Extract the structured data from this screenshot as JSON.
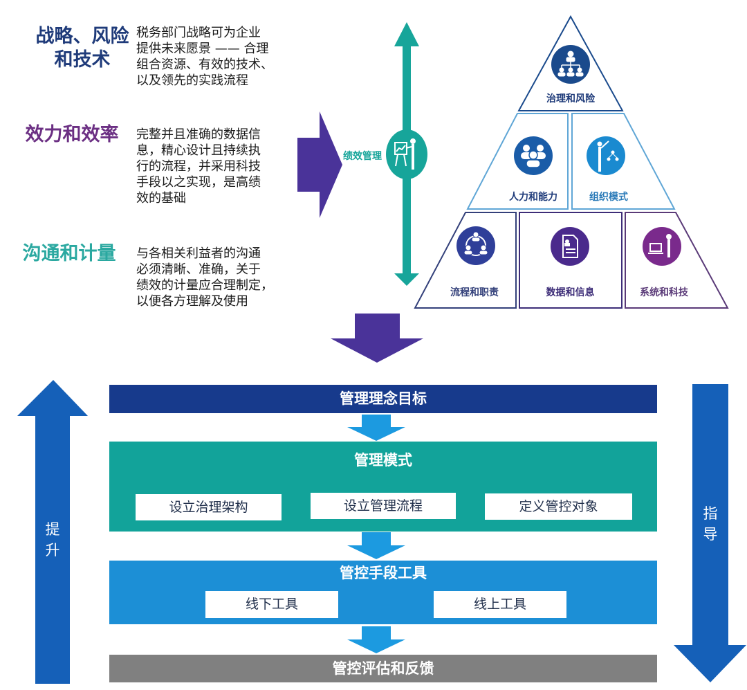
{
  "left_panel": {
    "items": [
      {
        "title": "战略、风险和技术",
        "title_line1": "战略、风险",
        "title_line2": "和技术",
        "color": "#1f3b7a",
        "desc_lines": [
          "税务部门战略可为企业",
          "提供未来愿景 —— 合理",
          "组合资源、有效的技术、",
          "以及领先的实践流程"
        ]
      },
      {
        "title": "效力和效率",
        "color": "#6b2f83",
        "desc_lines": [
          "完整并且准确的数据信",
          "息，精心设计且持续执",
          "行的流程，并采用科技",
          "手段以之实现，是高绩",
          "效的基础"
        ]
      },
      {
        "title": "沟通和计量",
        "color": "#2aa8a0",
        "desc_lines": [
          "与各相关利益者的沟通",
          "必须清晰、准确，关于",
          "绩效的计量应合理制定，",
          "以便各方理解及使用"
        ]
      }
    ]
  },
  "performance_axis": {
    "label": "绩效管理",
    "icon": "presentation-icon",
    "color": "#17a59a"
  },
  "pyramid": {
    "top": {
      "label": "治理和风险",
      "icon": "org-chart-icon",
      "color": "#1a4a8c"
    },
    "middle": [
      {
        "label": "人力和能力",
        "icon": "people-group-icon",
        "color": "#1a5ca8"
      },
      {
        "label": "组织模式",
        "icon": "presenter-org-icon",
        "color": "#1a8ad0"
      }
    ],
    "bottom": [
      {
        "label": "流程和职责",
        "icon": "team-cycle-icon",
        "color": "#2f3f99"
      },
      {
        "label": "数据和信息",
        "icon": "document-icon",
        "color": "#4a2a8c"
      },
      {
        "label": "系统和科技",
        "icon": "laptop-person-icon",
        "color": "#7a2a8c"
      }
    ]
  },
  "flow": {
    "goal": {
      "label": "管理理念目标",
      "color": "#173a8c"
    },
    "mode": {
      "label": "管理模式",
      "color": "#12a39a",
      "children": [
        "设立治理架构",
        "设立管理流程",
        "定义管控对象"
      ]
    },
    "tools": {
      "label": "管控手段工具",
      "color": "#1c8fd6",
      "children": [
        "线下工具",
        "线上工具"
      ]
    },
    "feedback": {
      "label": "管控评估和反馈",
      "color": "#808080"
    }
  },
  "side_arrows": {
    "left": {
      "label_chars": [
        "提",
        "升"
      ],
      "color": "#1560b8"
    },
    "right": {
      "label_chars": [
        "指",
        "导"
      ],
      "color": "#1560b8"
    }
  },
  "colors": {
    "purple_arrow": "#4a3399",
    "flow_arrow": "#1c9ae0"
  }
}
